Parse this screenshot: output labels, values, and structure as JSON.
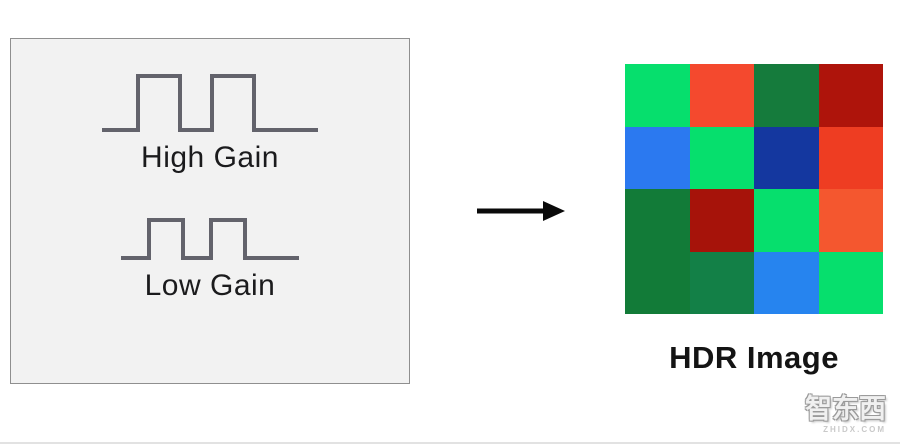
{
  "panel": {
    "high_gain": {
      "label": "High Gain"
    },
    "low_gain": {
      "label": "Low Gain"
    }
  },
  "output": {
    "label": "HDR Image",
    "grid_colors": [
      [
        "#06DF6D",
        "#F4492E",
        "#157B3C",
        "#AE140B"
      ],
      [
        "#2B79F0",
        "#06DF6D",
        "#14379F",
        "#EE3D22"
      ],
      [
        "#127B38",
        "#A6130A",
        "#06DF6D",
        "#F4572F"
      ],
      [
        "#127B38",
        "#138047",
        "#2684EF",
        "#06DF6D"
      ]
    ]
  },
  "watermark": {
    "brand": "智东西",
    "site": "ZHIDX.COM"
  },
  "colors": {
    "waveform_stroke": "#63636C",
    "panel_bg": "#F2F2F2",
    "panel_border": "#8F8F8F",
    "label_text": "#1B1B1D",
    "arrow": "#0A0A0A"
  }
}
